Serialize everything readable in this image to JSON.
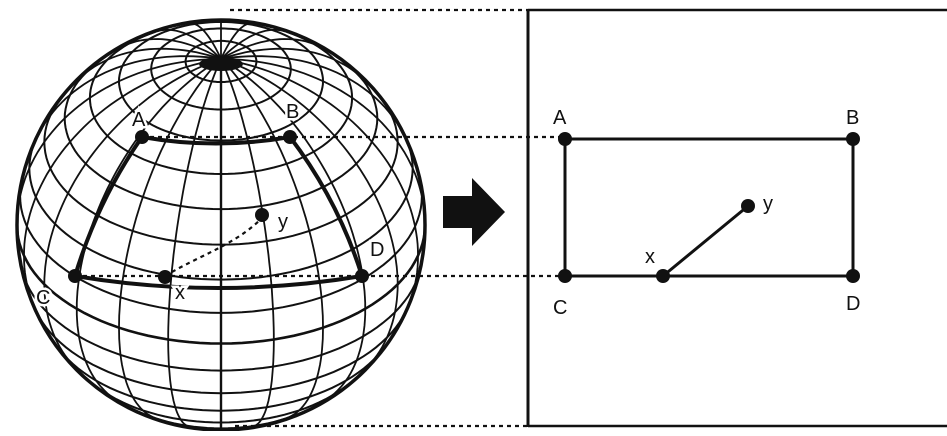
{
  "globe": {
    "labels": {
      "a": "A",
      "b": "B",
      "c": "C",
      "d": "D",
      "x": "x",
      "y": "y"
    }
  },
  "map": {
    "labels": {
      "a": "A",
      "b": "B",
      "c": "C",
      "d": "D",
      "x": "x",
      "y": "y"
    }
  },
  "colors": {
    "ink": "#111111",
    "background": "#ffffff"
  },
  "arrow_icon": "right-arrow-icon"
}
